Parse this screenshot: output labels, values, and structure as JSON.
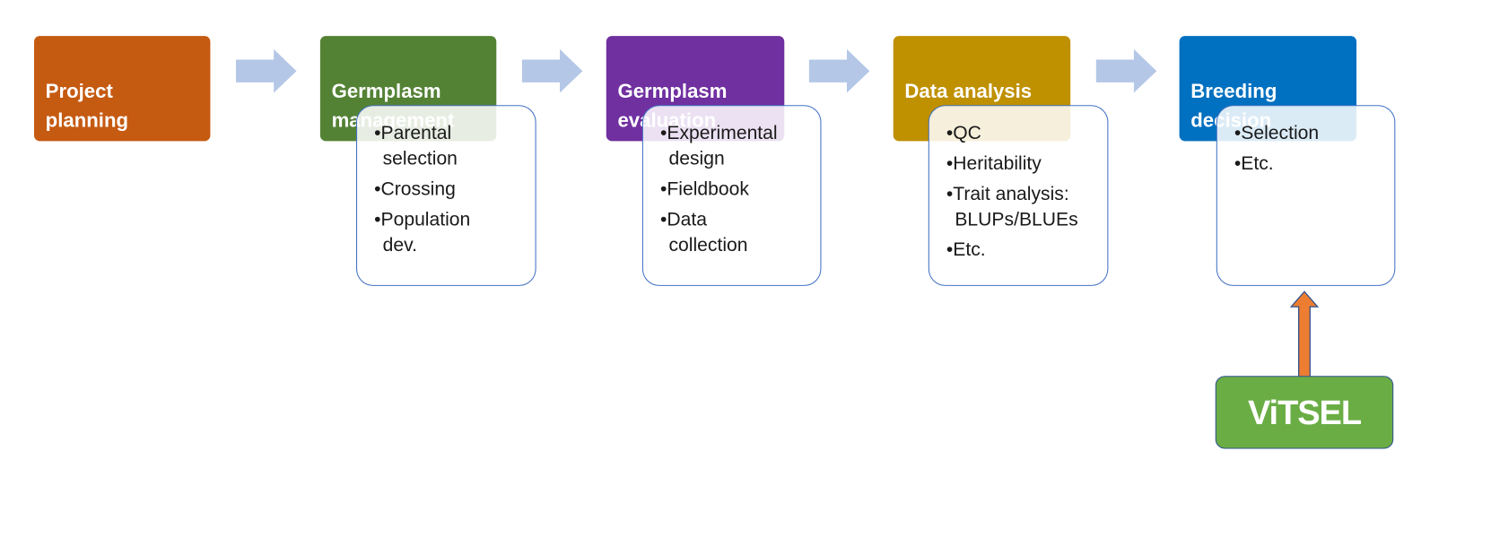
{
  "steps": [
    {
      "label": "Project\nplanning",
      "color": "#c55a11"
    },
    {
      "label": "Germplasm\nmanagement",
      "color": "#548235"
    },
    {
      "label": "Germplasm\nevaluation",
      "color": "#7030a0"
    },
    {
      "label": "Data analysis",
      "color": "#bf9000"
    },
    {
      "label": "Breeding\ndecision",
      "color": "#0070c0"
    }
  ],
  "details": {
    "germplasm_management": [
      "Parental\nselection",
      "Crossing",
      "Population\ndev."
    ],
    "germplasm_evaluation": [
      "Experimental\ndesign",
      "Fieldbook",
      "Data\ncollection"
    ],
    "data_analysis": [
      "QC",
      "Heritability",
      "Trait analysis:\nBLUPs/BLUEs",
      "Etc."
    ],
    "breeding_decision": [
      "Selection",
      "Etc."
    ]
  },
  "tool": {
    "label": "ViTSEL",
    "color": "#6aad45"
  },
  "colors": {
    "flow_arrow": "#b4c7e7",
    "up_arrow": "#ed7d31",
    "detail_border": "#4472c4"
  }
}
